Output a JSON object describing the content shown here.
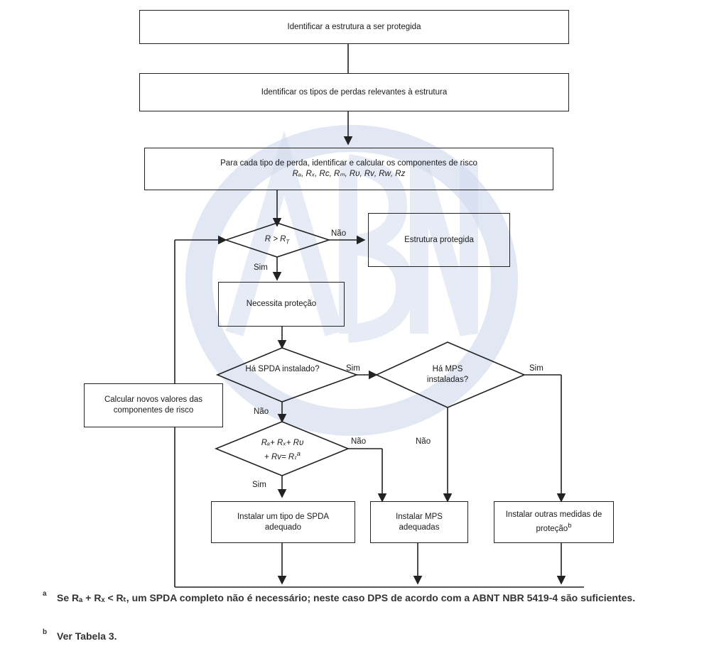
{
  "steps": {
    "identify_structure": "Identificar a estrutura a ser protegida",
    "identify_losses": "Identificar os tipos de perdas relevantes à estrutura",
    "calc_components_line1": "Para cada tipo de perda, identificar e  calcular os componentes de risco",
    "calc_components_line2": "Rₐ, Rₓ, Rᴄ, Rₘ, Rᴜ, Rᴠ, Rᴡ, Rᴢ",
    "structure_protected": "Estrutura protegida",
    "needs_protection": "Necessita proteção",
    "calc_new_values": "Calcular novos valores das componentes de risco",
    "install_spda": "Instalar um tipo de SPDA adequado",
    "install_mps": "Instalar MPS adequadas",
    "install_other_prefix": "Instalar outras medidas de proteção",
    "install_other_sup": "b"
  },
  "decisions": {
    "risk_check": "R > R",
    "risk_check_sub": "T",
    "has_spda": "Há SPDA instalado?",
    "has_mps": "Há MPS instaladas?",
    "rsum_line1": "Rₐ+ Rₓ+ Rᴜ",
    "rsum_line2": "+ Rᴠ= Rₜ",
    "rsum_sup": "a"
  },
  "labels": {
    "nao": "Não",
    "sim": "Sim"
  },
  "footnotes": [
    {
      "key": "a",
      "text": "Se Rₐ + Rₓ < Rₜ, um SPDA completo não é necessário; neste caso DPS de acordo com a ABNT NBR 5419-4 são suficientes."
    },
    {
      "key": "b",
      "text": "Ver Tabela 3."
    }
  ],
  "colors": {
    "line": "#222222",
    "watermark": "#c9d3ea"
  }
}
